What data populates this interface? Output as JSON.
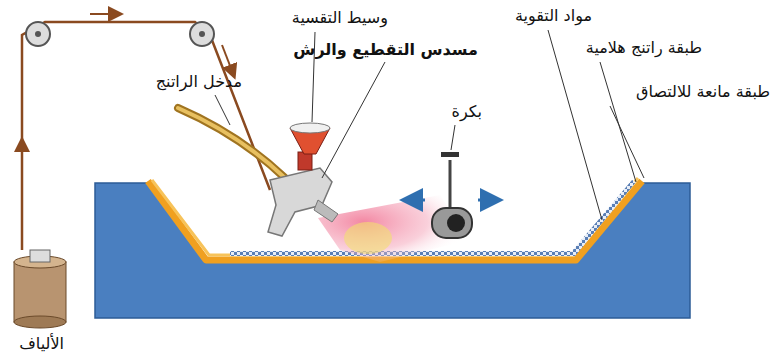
{
  "diagram": {
    "labels": [
      "وسيط التقسية",
      "مواد التقوية",
      "مسدس التقطيع والرش",
      "طبقة راتنج هلامية",
      "مدخل الراتنج",
      "بكرة",
      "طبقة مانعة للالتصاق",
      "الألياف"
    ]
  }
}
